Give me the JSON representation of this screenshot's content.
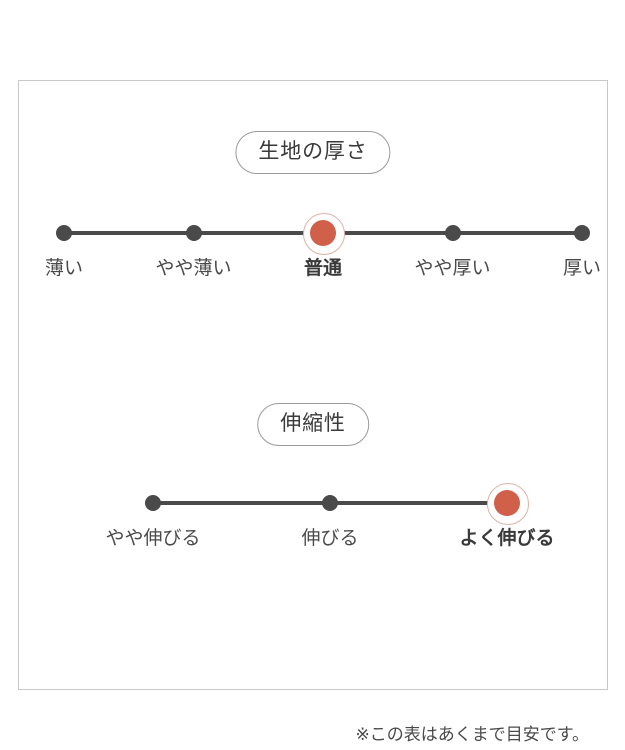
{
  "colors": {
    "frame_border": "#c9c9c9",
    "track": "#4a4a4a",
    "dot": "#4a4a4a",
    "selected": "#d0604a",
    "selected_ring": "#e0b3a8",
    "text": "#4a4a4a"
  },
  "footnote": "※この表はあくまで目安です。",
  "chart_data": [
    {
      "type": "scale",
      "id": "fabric-thickness",
      "title": "生地の厚さ",
      "categories": [
        "薄い",
        "やや薄い",
        "普通",
        "やや厚い",
        "厚い"
      ],
      "values": [
        1,
        2,
        3,
        4,
        5
      ],
      "selected_index": 2,
      "selected_label": "普通",
      "positions_pct": [
        0,
        25,
        50,
        75,
        100
      ]
    },
    {
      "type": "scale",
      "id": "stretchiness",
      "title": "伸縮性",
      "categories": [
        "やや伸びる",
        "伸びる",
        "よく伸びる"
      ],
      "values": [
        1,
        2,
        3
      ],
      "selected_index": 2,
      "selected_label": "よく伸びる",
      "positions_pct": [
        0,
        50,
        100
      ]
    }
  ]
}
